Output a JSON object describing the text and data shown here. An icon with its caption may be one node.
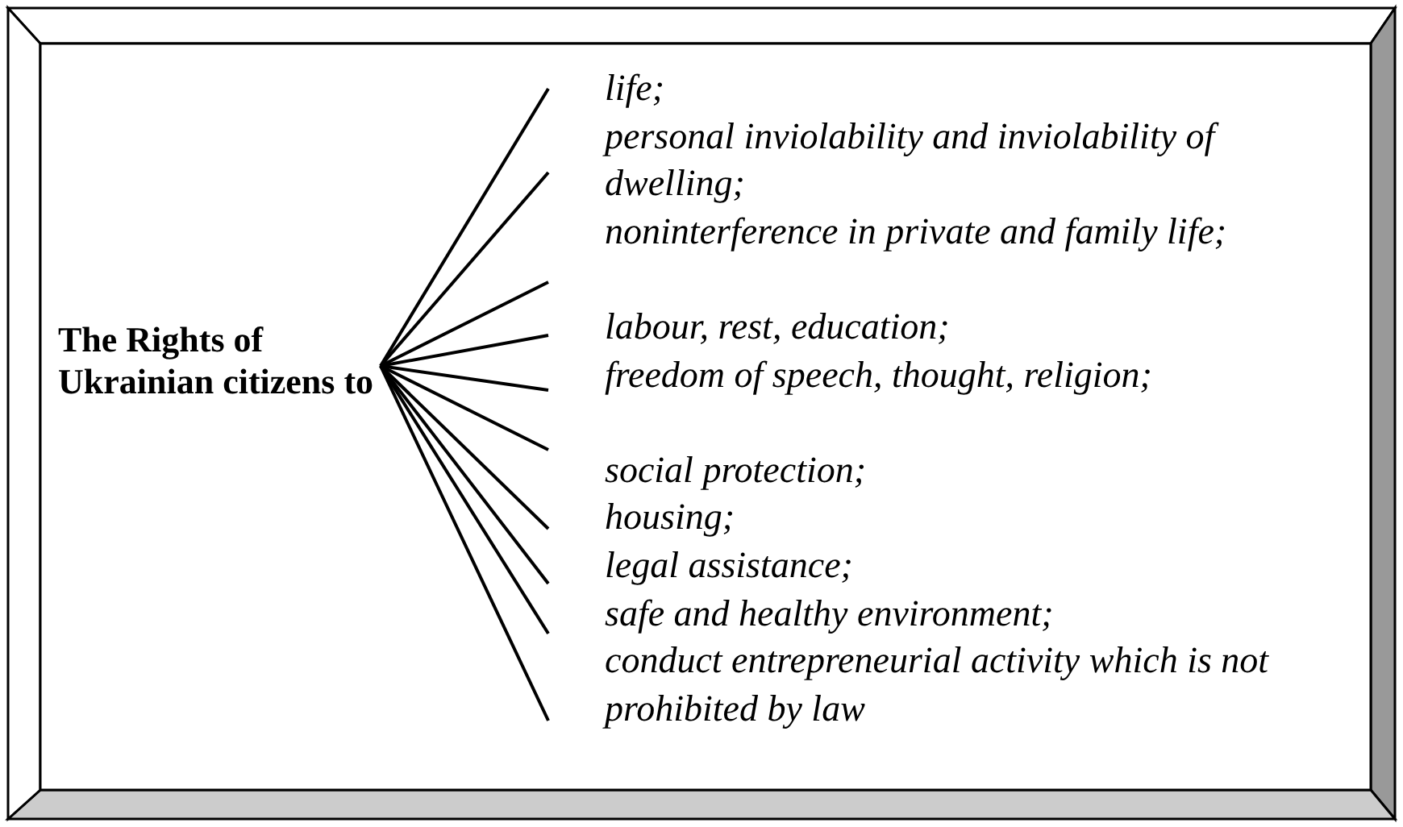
{
  "diagram": {
    "nodes": [
      {
        "text": [
          "The Rights of Ukrainian citizens to"
        ]
      },
      {
        "text": [
          "life;"
        ]
      },
      {
        "text": [
          "personal inviolability and inviolability of dwelling;"
        ]
      },
      {
        "text": [
          "noninterference in private and family life;"
        ]
      },
      {
        "text": [
          "labour, rest, education;"
        ]
      },
      {
        "text": [
          "freedom of speech, thought, religion;"
        ]
      },
      {
        "text": [
          "social protection;"
        ]
      },
      {
        "text": [
          "housing;"
        ]
      },
      {
        "text": [
          "legal assistance;"
        ]
      },
      {
        "text": [
          "safe and healthy environment;"
        ]
      },
      {
        "text": [
          "conduct entrepreneurial activity which is not prohibited by law"
        ]
      }
    ],
    "edges": [
      {
        "from": 0,
        "to": 1,
        "arrow": "none"
      },
      {
        "from": 0,
        "to": 2,
        "arrow": "none"
      },
      {
        "from": 0,
        "to": 3,
        "arrow": "none"
      },
      {
        "from": 0,
        "to": 4,
        "arrow": "none"
      },
      {
        "from": 0,
        "to": 5,
        "arrow": "none"
      },
      {
        "from": 0,
        "to": 6,
        "arrow": "none"
      },
      {
        "from": 0,
        "to": 7,
        "arrow": "none"
      },
      {
        "from": 0,
        "to": 8,
        "arrow": "none"
      },
      {
        "from": 0,
        "to": 9,
        "arrow": "none"
      },
      {
        "from": 0,
        "to": 10,
        "arrow": "none"
      }
    ]
  }
}
